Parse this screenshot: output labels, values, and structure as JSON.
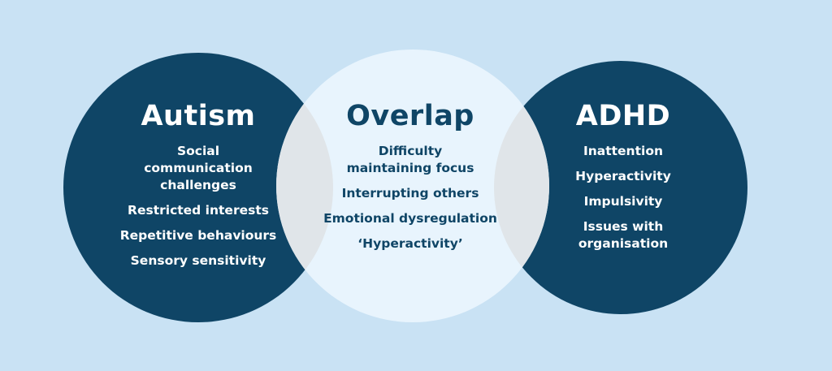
{
  "colors": {
    "background": "#c9e2f4",
    "outer_circle": "#0f4566",
    "center_circle": "#e8f4fd",
    "lens": "#e0e5e9",
    "dark_text": "#0f4566",
    "light_text": "#ffffff"
  },
  "sets": {
    "autism": {
      "title": "Autism",
      "items": [
        "Social communication challenges",
        "Restricted interests",
        "Repetitive behaviours",
        "Sensory sensitivity"
      ]
    },
    "overlap": {
      "title": "Overlap",
      "items": [
        "Difficulty maintaining focus",
        "Interrupting others",
        "Emotional dysregulation",
        "‘Hyperactivity’"
      ]
    },
    "adhd": {
      "title": "ADHD",
      "items": [
        "Inattention",
        "Hyperactivity",
        "Impulsivity",
        "Issues with organisation"
      ]
    }
  }
}
